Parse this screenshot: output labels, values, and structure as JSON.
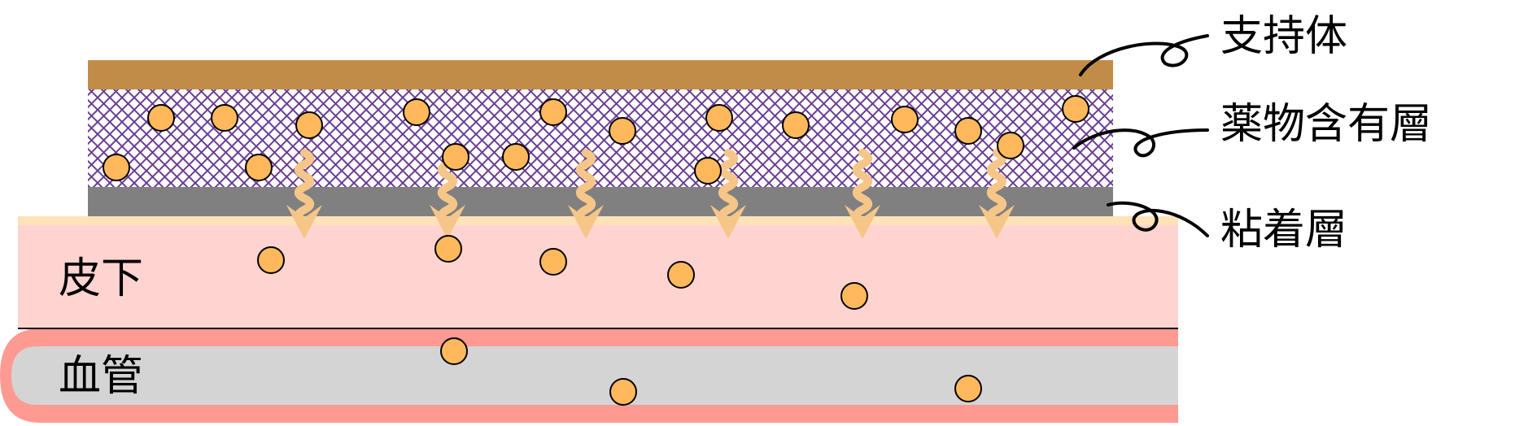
{
  "labels": {
    "support": "支持体",
    "drug_layer": "薬物含有層",
    "adhesive": "粘着層",
    "subcutaneous": "皮下",
    "blood_vessel": "血管"
  },
  "colors": {
    "support": "#c08c48",
    "drug_layer_bg": "#ffffff",
    "drug_layer_hatch": "#6a3d96",
    "adhesive": "#808080",
    "skin_surface": "#ffe2b8",
    "subcutaneous": "#ffd4d0",
    "vessel_wall": "#ff9a92",
    "vessel_lumen": "#d4d4d4",
    "drug_particle": "#ffb95c",
    "diffusion_arrow": "#f5c688"
  },
  "icons": {
    "drug_particle": "drug-particle-circle",
    "diffusion_arrow": "wavy-down-arrow"
  }
}
